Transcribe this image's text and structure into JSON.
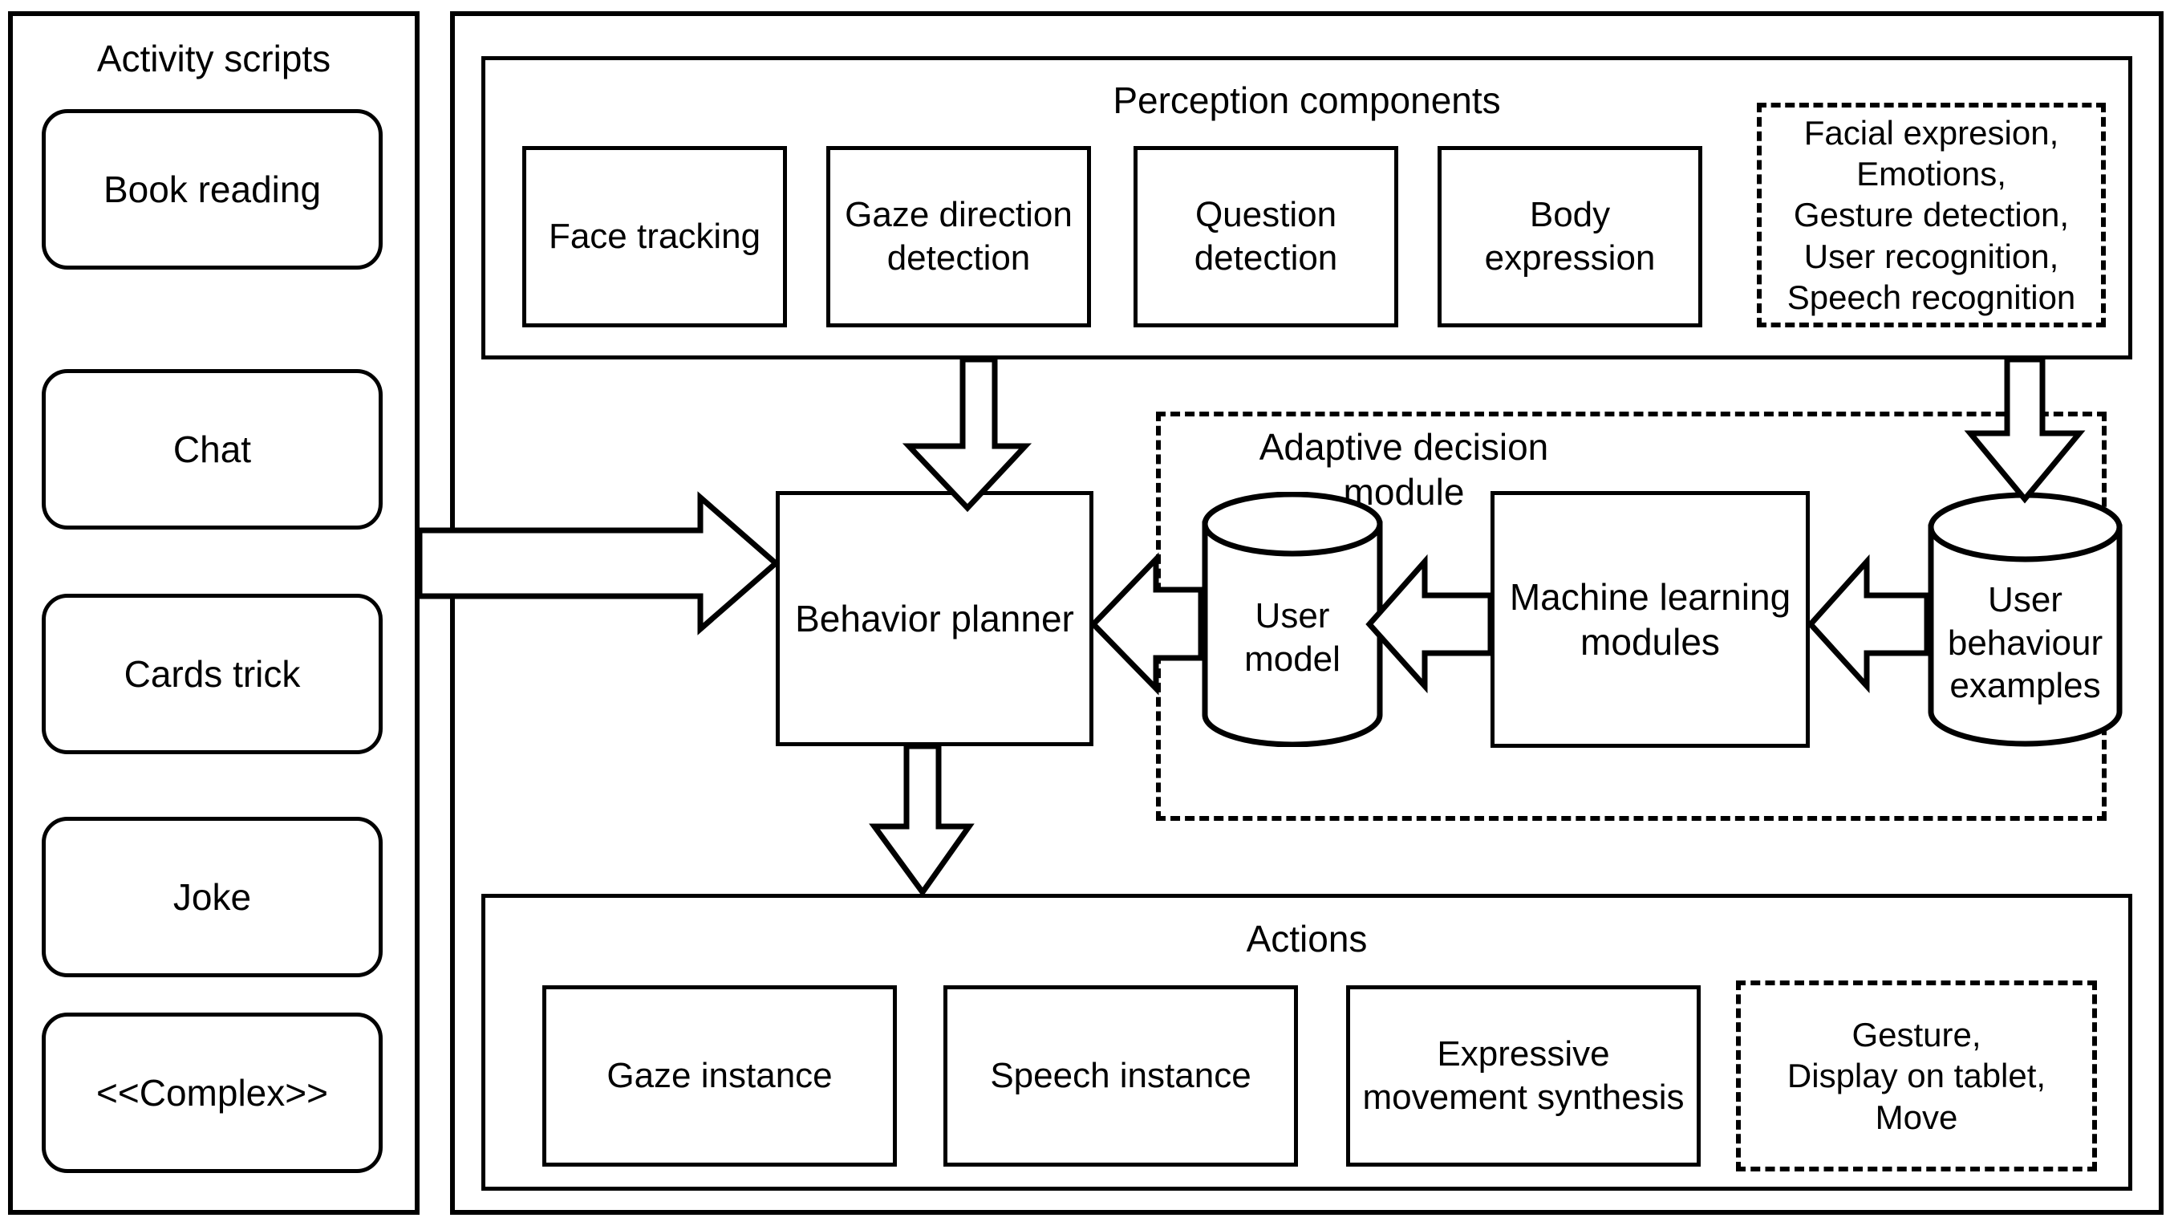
{
  "diagram": {
    "type": "architecture-block-diagram",
    "background": "#ffffff",
    "stroke_color": "#000000",
    "left_panel": {
      "title": "Activity scripts",
      "items": [
        {
          "label": "Book reading"
        },
        {
          "label": "Chat"
        },
        {
          "label": "Cards trick"
        },
        {
          "label": "Joke"
        },
        {
          "label": "<<Complex>>"
        }
      ]
    },
    "perception": {
      "title": "Perception components",
      "components": [
        {
          "label": "Face tracking"
        },
        {
          "label": "Gaze direction\ndetection"
        },
        {
          "label": "Question\ndetection"
        },
        {
          "label": "Body\nexpression"
        }
      ],
      "dashed_note": "Facial expresion,\nEmotions,\nGesture detection,\nUser recognition,\nSpeech recognition"
    },
    "planner": {
      "label": "Behavior planner"
    },
    "adaptive": {
      "title": "Adaptive decision\nmodule",
      "user_model": "User\nmodel",
      "ml_modules": "Machine learning\nmodules",
      "user_behaviour": "User\nbehaviour\nexamples"
    },
    "actions": {
      "title": "Actions",
      "components": [
        {
          "label": "Gaze instance"
        },
        {
          "label": "Speech instance"
        },
        {
          "label": "Expressive\nmovement synthesis"
        }
      ],
      "dashed_note": "Gesture,\nDisplay on tablet,\nMove"
    }
  }
}
